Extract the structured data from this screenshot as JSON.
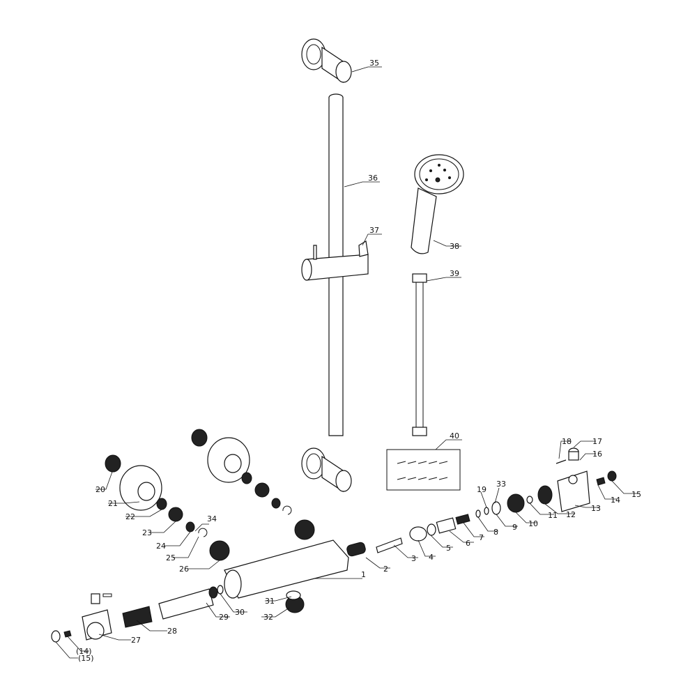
{
  "callouts": {
    "c1": "1",
    "c2": "2",
    "c3": "3",
    "c4": "4",
    "c5": "5",
    "c6": "6",
    "c7": "7",
    "c8": "8",
    "c9": "9",
    "c10": "10",
    "c11": "11",
    "c12": "12",
    "c13": "13",
    "c14": "14",
    "c15": "15",
    "c16": "16",
    "c17": "17",
    "c18": "18",
    "c19": "19",
    "c20": "20",
    "c21": "21",
    "c22": "22",
    "c23": "23",
    "c24": "24",
    "c25": "25",
    "c26": "26",
    "c27": "27",
    "c28": "28",
    "c29": "29",
    "c30": "30",
    "c31": "31",
    "c32": "32",
    "c33": "33",
    "c34": "34",
    "c35": "35",
    "c36": "36",
    "c37": "37",
    "c38": "38",
    "c39": "39",
    "c40": "40",
    "c14b": "(14)",
    "c15b": "(15)"
  }
}
